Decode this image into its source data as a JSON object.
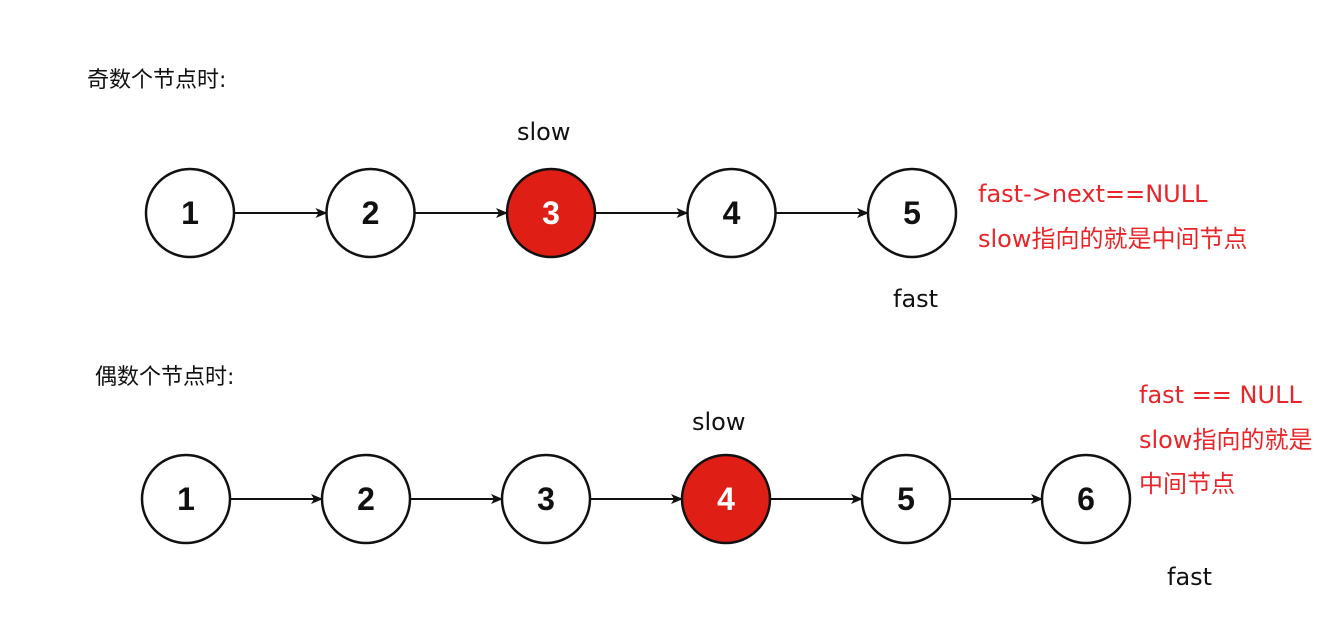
{
  "colors": {
    "highlight_fill": "#df1f16",
    "node_fill": "#ffffff",
    "stroke": "#111111",
    "note": "#e8262a"
  },
  "odd": {
    "heading": "奇数个节点时:",
    "nodes": [
      "1",
      "2",
      "3",
      "4",
      "5"
    ],
    "slow_label": "slow",
    "fast_label": "fast",
    "slow_index": 2,
    "fast_index": 4,
    "note": [
      "fast->next==NULL",
      "slow指向的就是中间节点"
    ]
  },
  "even": {
    "heading": "偶数个节点时:",
    "nodes": [
      "1",
      "2",
      "3",
      "4",
      "5",
      "6"
    ],
    "slow_label": "slow",
    "fast_label": "fast",
    "slow_index": 3,
    "fast_index": null,
    "note": [
      "fast == NULL",
      "slow指向的就是",
      "中间节点"
    ]
  }
}
